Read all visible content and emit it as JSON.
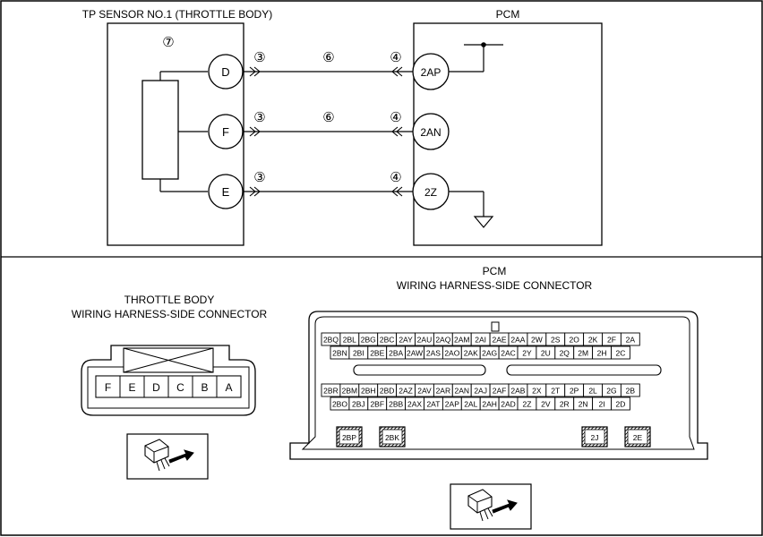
{
  "sensor": {
    "title": "TP SENSOR NO.1 (THROTTLE BODY)",
    "circle_note": "⑦",
    "terminals": [
      "D",
      "F",
      "E"
    ]
  },
  "pcm": {
    "title": "PCM",
    "terminals": [
      "2AP",
      "2AN",
      "2Z"
    ]
  },
  "wires": {
    "connector_note_left": "③",
    "connector_note_right": "④",
    "harness_note": "⑥"
  },
  "tb_connector": {
    "label_line1": "THROTTLE BODY",
    "label_line2": "WIRING HARNESS-SIDE CONNECTOR",
    "pins": [
      "F",
      "E",
      "D",
      "C",
      "B",
      "A"
    ]
  },
  "pcm_connector": {
    "label_line1": "PCM",
    "label_line2": "WIRING HARNESS-SIDE CONNECTOR",
    "upper_row1": [
      "2BQ",
      "2BL",
      "2BG",
      "2BC",
      "2AY",
      "2AU",
      "2AQ",
      "2AM",
      "2AI",
      "2AE",
      "2AA",
      "2W",
      "2S",
      "2O",
      "2K",
      "2F",
      "2A"
    ],
    "upper_row2": [
      "2BN",
      "2BI",
      "2BE",
      "2BA",
      "2AW",
      "2AS",
      "2AO",
      "2AK",
      "2AG",
      "2AC",
      "2Y",
      "2U",
      "2Q",
      "2M",
      "2H",
      "2C"
    ],
    "lower_row1": [
      "2BR",
      "2BM",
      "2BH",
      "2BD",
      "2AZ",
      "2AV",
      "2AR",
      "2AN",
      "2AJ",
      "2AF",
      "2AB",
      "2X",
      "2T",
      "2P",
      "2L",
      "2G",
      "2B"
    ],
    "lower_row2": [
      "2BO",
      "2BJ",
      "2BF",
      "2BB",
      "2AX",
      "2AT",
      "2AP",
      "2AL",
      "2AH",
      "2AD",
      "2Z",
      "2V",
      "2R",
      "2N",
      "2I",
      "2D"
    ],
    "large_pins": [
      "2BP",
      "2BK",
      "2J",
      "2E"
    ]
  }
}
